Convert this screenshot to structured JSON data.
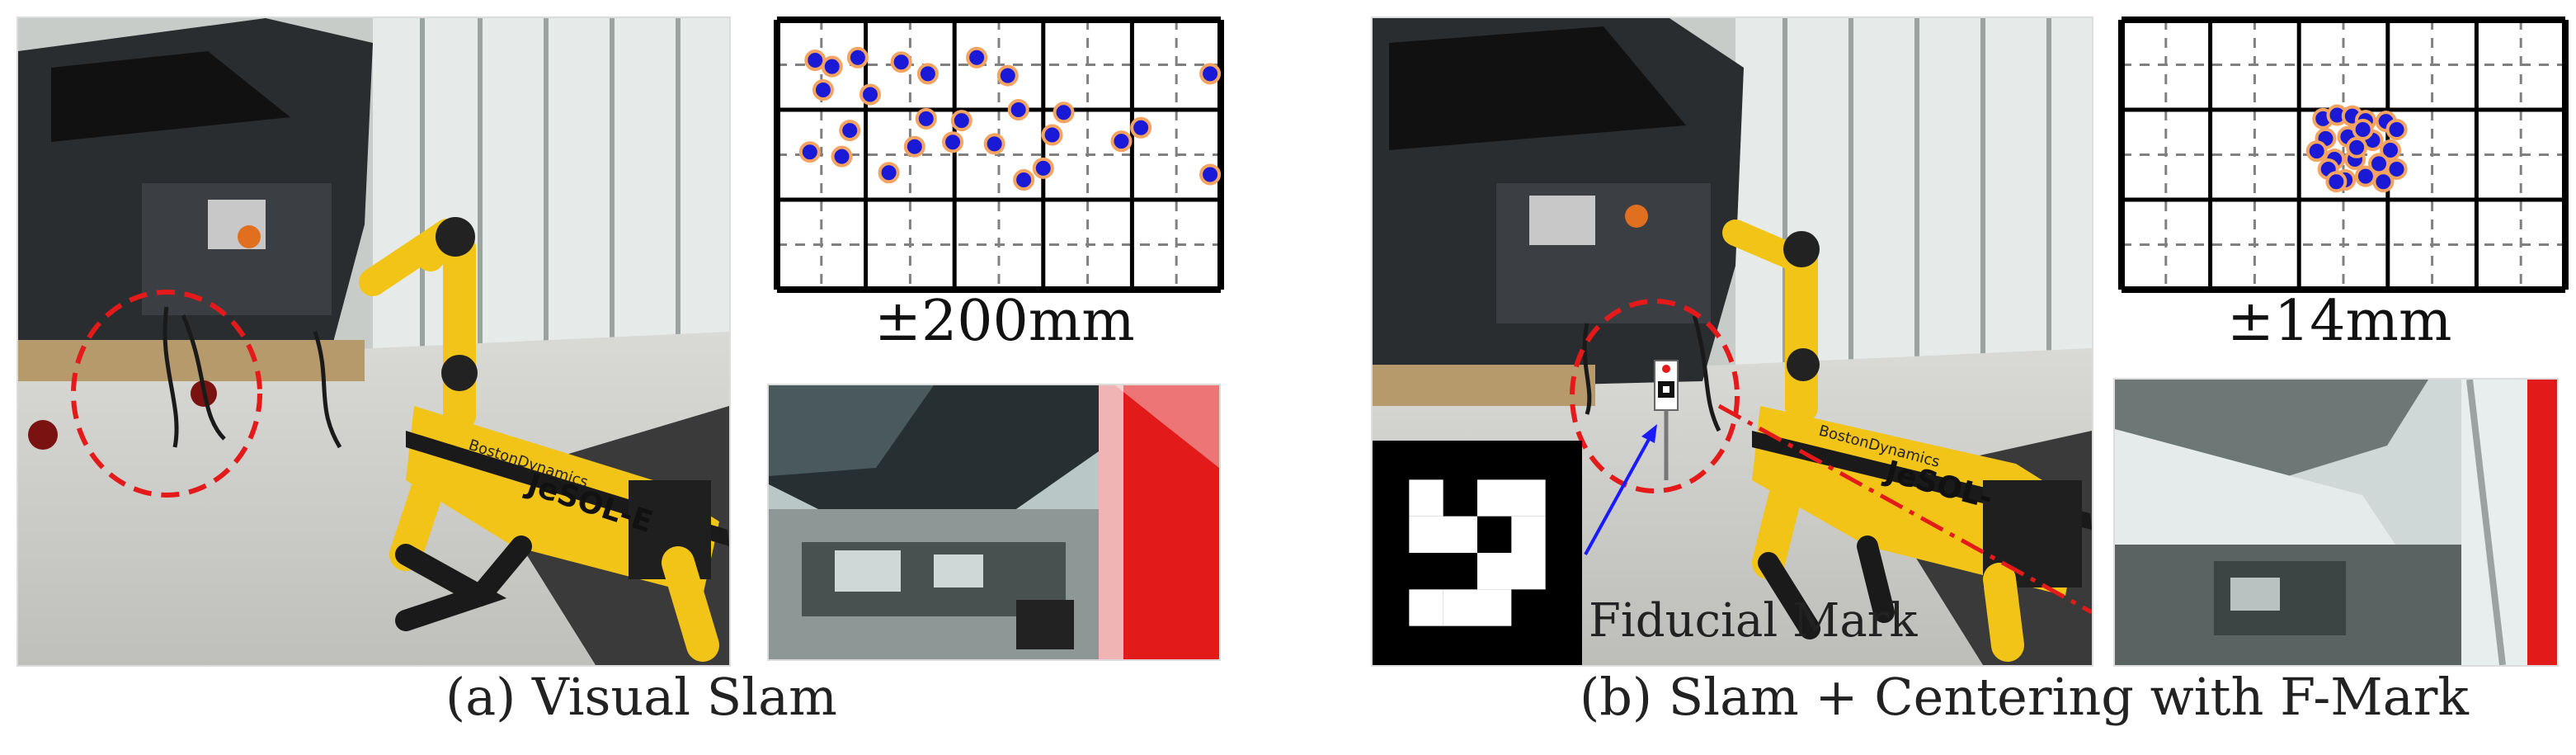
{
  "panel_a": {
    "caption": "(a) Visual Slam",
    "range_label": "±200mm",
    "robot_text": [
      "JeSOL-E",
      "BostonDynamics"
    ]
  },
  "panel_b": {
    "caption": "(b) Slam + Centering with F-Mark",
    "range_label": "±14mm",
    "fiducial_label": "Fiducial Mark",
    "robot_text": [
      "JeSOL-",
      "BostonDynamics"
    ]
  },
  "colors": {
    "grid_line": "#000000",
    "grid_dash": "#808080",
    "point_fill": "#1a1ad6",
    "point_ring": "#f4a460",
    "circle_highlight": "#e41a1a",
    "arrow": "#1a1aff",
    "robot_yellow": "#f2c417"
  },
  "chart_data": [
    {
      "type": "scatter",
      "grid": {
        "cols": 5,
        "rows": 3
      },
      "points": [
        [
          0.43,
          0.45
        ],
        [
          0.62,
          0.52
        ],
        [
          0.91,
          0.42
        ],
        [
          1.4,
          0.47
        ],
        [
          1.7,
          0.6
        ],
        [
          2.25,
          0.42
        ],
        [
          2.6,
          0.62
        ],
        [
          0.52,
          0.78
        ],
        [
          1.05,
          0.83
        ],
        [
          1.68,
          1.1
        ],
        [
          2.08,
          1.12
        ],
        [
          0.82,
          1.23
        ],
        [
          0.37,
          1.47
        ],
        [
          0.73,
          1.52
        ],
        [
          1.55,
          1.41
        ],
        [
          1.98,
          1.36
        ],
        [
          2.45,
          1.38
        ],
        [
          3.1,
          1.28
        ],
        [
          3.88,
          1.35
        ],
        [
          2.78,
          1.78
        ],
        [
          3.0,
          1.65
        ],
        [
          4.1,
          1.2
        ],
        [
          1.26,
          1.7
        ],
        [
          4.88,
          1.72
        ],
        [
          4.88,
          0.6
        ],
        [
          2.72,
          1.0
        ],
        [
          3.23,
          1.03
        ]
      ]
    },
    {
      "type": "scatter",
      "grid": {
        "cols": 5,
        "rows": 3
      },
      "points": [
        [
          2.27,
          1.1
        ],
        [
          2.43,
          1.06
        ],
        [
          2.6,
          1.07
        ],
        [
          2.75,
          1.12
        ],
        [
          2.98,
          1.13
        ],
        [
          3.1,
          1.22
        ],
        [
          2.3,
          1.32
        ],
        [
          2.55,
          1.3
        ],
        [
          2.83,
          1.34
        ],
        [
          3.03,
          1.45
        ],
        [
          2.2,
          1.46
        ],
        [
          2.4,
          1.55
        ],
        [
          2.63,
          1.55
        ],
        [
          2.9,
          1.6
        ],
        [
          3.1,
          1.66
        ],
        [
          2.33,
          1.66
        ],
        [
          2.52,
          1.78
        ],
        [
          2.75,
          1.74
        ],
        [
          2.95,
          1.8
        ],
        [
          2.65,
          1.42
        ],
        [
          2.42,
          1.8
        ],
        [
          2.72,
          1.22
        ]
      ]
    }
  ]
}
